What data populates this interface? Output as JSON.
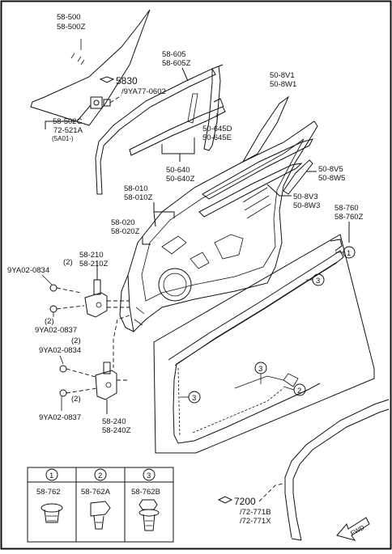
{
  "parts": {
    "glass": [
      "58-500",
      "58-500Z"
    ],
    "run_channel": [
      "58-605",
      "58-605Z"
    ],
    "ref_5830": "5830",
    "ref_5830_sub": "/9YA77-0602",
    "regulator_clip": [
      "58-502C",
      "72-521A",
      "(5A01-)"
    ],
    "molding_upper": [
      "50-8V1",
      "50-8W1"
    ],
    "weatherstrip_inner": [
      "50-645D",
      "50-645E"
    ],
    "weatherstrip_outer": [
      "50-640",
      "50-640Z"
    ],
    "molding_mid": [
      "50-8V5",
      "50-8W5"
    ],
    "molding_low": [
      "50-8V3",
      "50-8W3"
    ],
    "door_panel": [
      "58-010",
      "58-010Z"
    ],
    "door_body": [
      "58-020",
      "58-020Z"
    ],
    "upper_hinge": [
      "58-210",
      "58-210Z"
    ],
    "bolt_a_qty": "(2)",
    "bolt_a": "9YA02-0834",
    "bolt_b_qty": "(2)",
    "bolt_b": "9YA02-0837",
    "bolt_c_qty": "(2)",
    "bolt_c": "9YA02-0834",
    "bolt_d_qty": "(2)",
    "bolt_d": "9YA02-0837",
    "lower_hinge": [
      "58-240",
      "58-240Z"
    ],
    "door_weatherstrip": [
      "58-760",
      "58-760Z"
    ],
    "ref_7200": "7200",
    "ref_7200_sub": [
      "/72-771B",
      "/72-771X"
    ],
    "fwd": "FWD"
  },
  "callouts": [
    "1",
    "3",
    "3",
    "2",
    "3"
  ],
  "legend": {
    "headers": [
      "1",
      "2",
      "3"
    ],
    "parts": [
      "58-762",
      "58-762A",
      "58-762B"
    ]
  }
}
